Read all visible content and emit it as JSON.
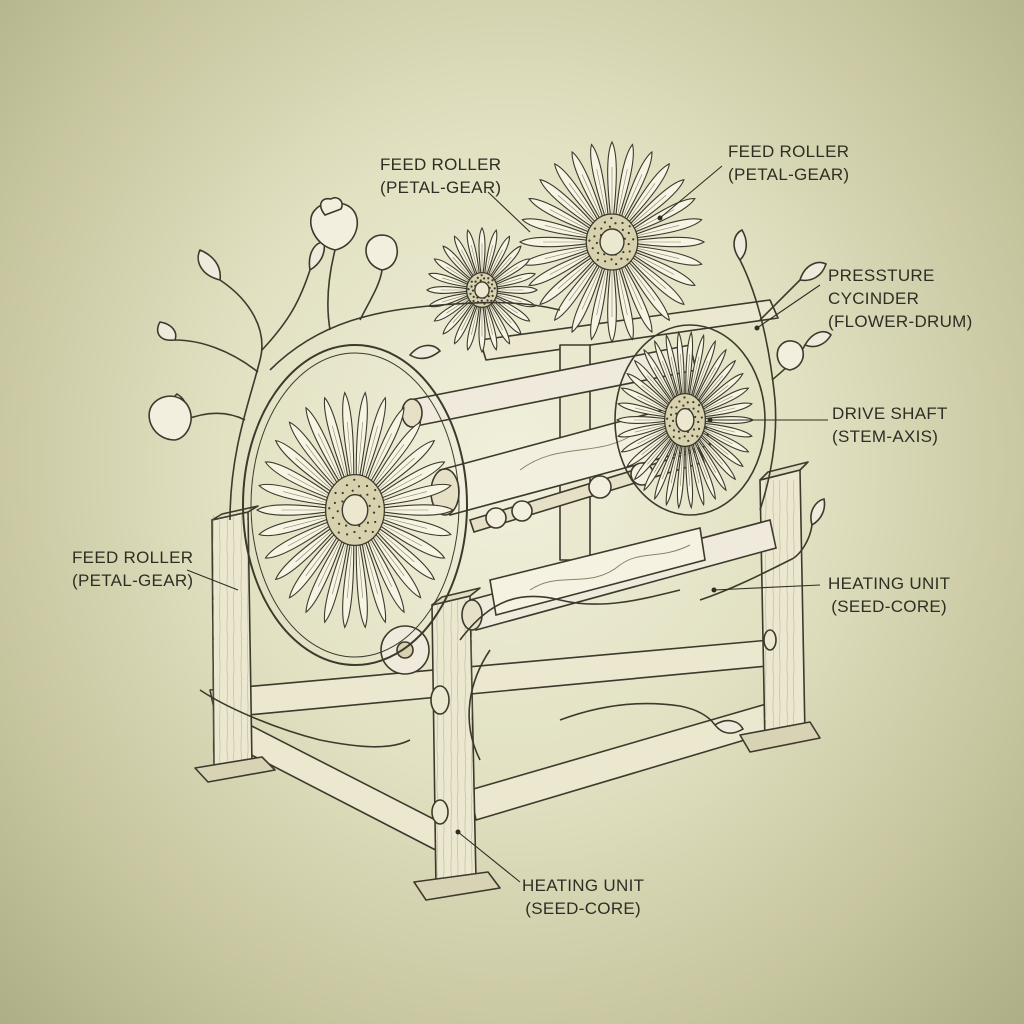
{
  "colors": {
    "background_center": "#f1f0dc",
    "background_edge": "#aeae86",
    "ink": "#3c3a2c",
    "wood": "#ece7cf",
    "petal": "#f7f4e3",
    "seed": "#d8d1ae"
  },
  "labels": [
    {
      "id": "feed-roller-top-left",
      "line1": "FEED ROLLER",
      "line2": "(PETAL-GEAR)"
    },
    {
      "id": "feed-roller-top-right",
      "line1": "FEED ROLLER",
      "line2": "(PETAL-GEAR)"
    },
    {
      "id": "pressure-cylinder",
      "line1": "PRESSTURE",
      "line2": "CYCINDER",
      "line3": "(FLOWER-DRUM)"
    },
    {
      "id": "drive-shaft",
      "line1": "DRIVE SHAFT",
      "line2": "(STEM-AXIS)"
    },
    {
      "id": "feed-roller-left",
      "line1": "FEED ROLLER",
      "line2": "(PETAL-GEAR)"
    },
    {
      "id": "heating-unit-right",
      "line1": "HEATING UNIT",
      "line2": "(SEED-CORE)"
    },
    {
      "id": "heating-unit-bottom",
      "line1": "HEATING UNIT",
      "line2": "(SEED-CORE)"
    }
  ]
}
